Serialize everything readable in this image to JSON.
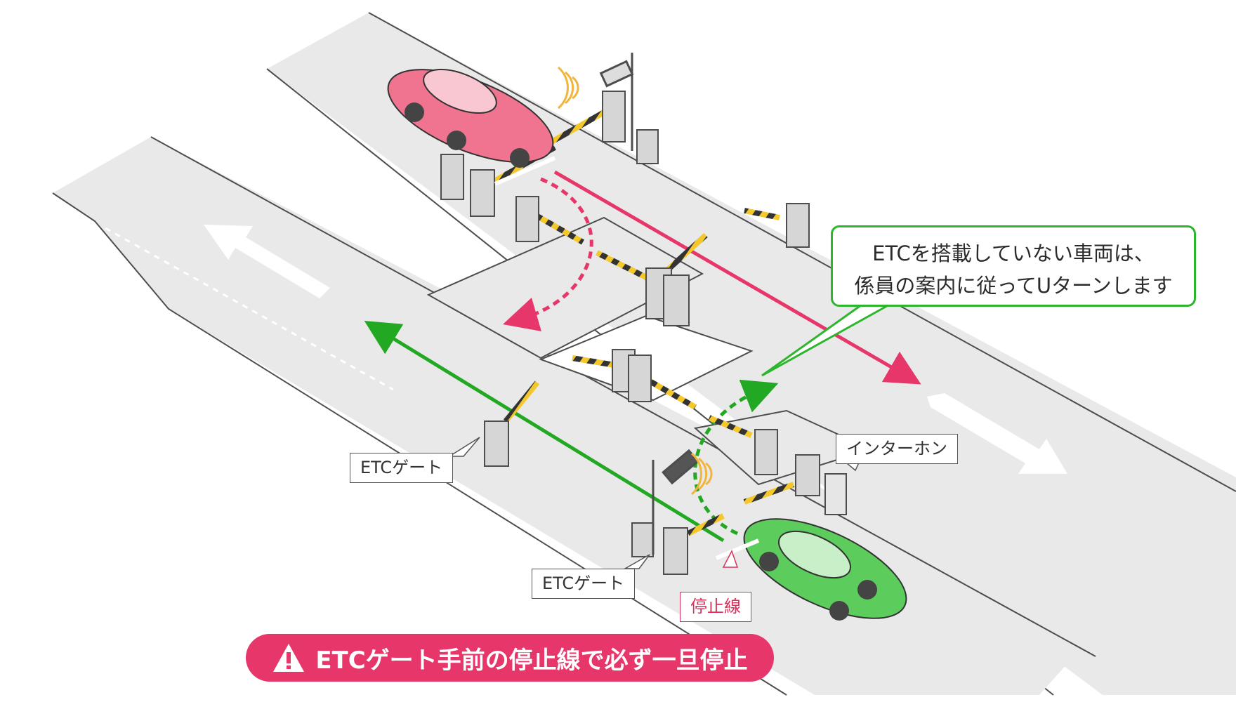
{
  "diagram": {
    "callouts": {
      "etc_gate_upper": "ETCゲート",
      "etc_gate_lower": "ETCゲート",
      "intercom": "インターホン",
      "stop_line": "停止線",
      "uturn_line1": "ETCを搭載していない車両は、",
      "uturn_line2": "係員の案内に従ってUターンします"
    },
    "banner": {
      "text": "ETCゲート手前の停止線で必ず一旦停止",
      "icon": "warning-icon"
    },
    "colors": {
      "road": "#e9e9e9",
      "road_edge": "#4d4d4d",
      "red_route": "#e6366a",
      "green_route": "#22a822",
      "pink_car": "#f0738f",
      "green_car": "#5ccc5c",
      "barrier_yellow": "#f4c82a",
      "barrier_black": "#333333"
    }
  }
}
